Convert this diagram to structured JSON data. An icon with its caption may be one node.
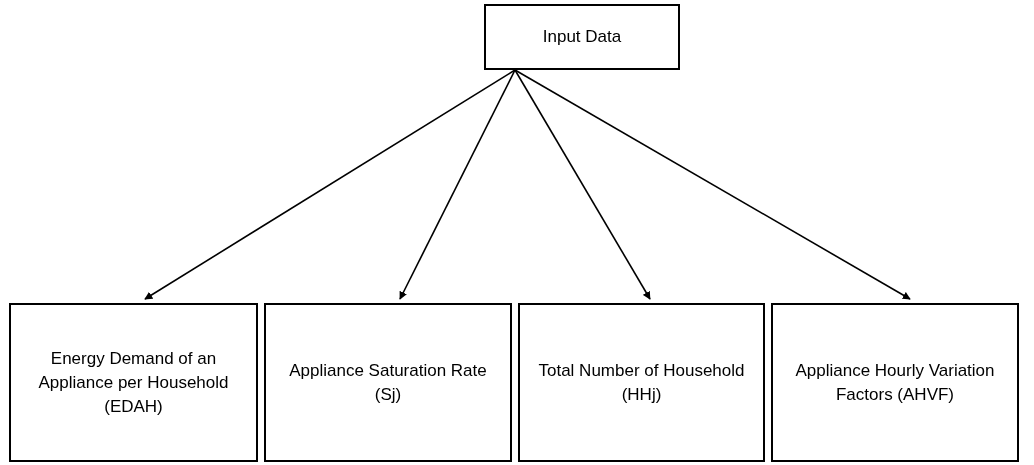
{
  "diagram": {
    "nodes": [
      {
        "text": [
          "Input Data"
        ]
      },
      {
        "text": [
          "Energy Demand of an Appliance per Household (EDAH)"
        ]
      },
      {
        "text": [
          "Appliance Saturation Rate (Sj)"
        ]
      },
      {
        "text": [
          "Total Number of Household (HHj)"
        ]
      },
      {
        "text": [
          "Appliance Hourly Variation Factors (AHVF)"
        ]
      }
    ],
    "edges": [
      {
        "from": 0,
        "to": 1,
        "arrow": "to"
      },
      {
        "from": 0,
        "to": 2,
        "arrow": "to"
      },
      {
        "from": 0,
        "to": 3,
        "arrow": "to"
      },
      {
        "from": 0,
        "to": 4,
        "arrow": "to"
      }
    ]
  }
}
